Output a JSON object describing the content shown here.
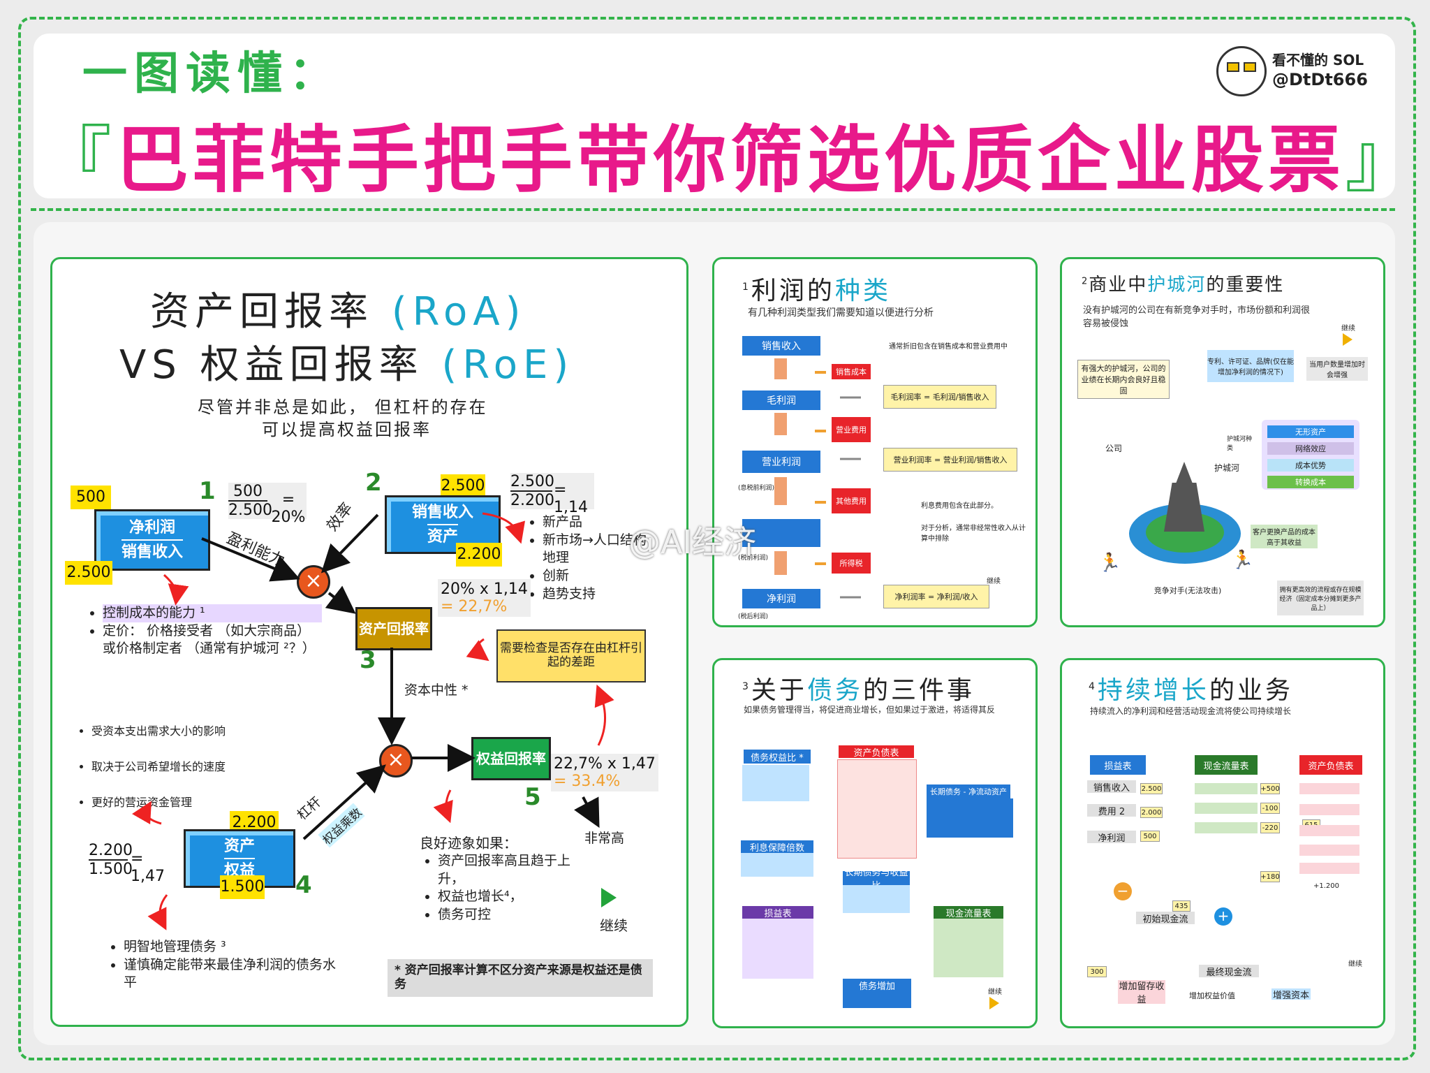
{
  "header": {
    "subtitle": "一图读懂：",
    "bracket_open": "『",
    "title": "巴菲特手把手带你筛选优质企业股票",
    "bracket_close": "』",
    "author_name": "看不懂的 SOL",
    "author_handle": "@DtDt666"
  },
  "watermark": "@AI经济",
  "main_card": {
    "title_line1": "资产回报率",
    "title_line1_abbr": "(RoA)",
    "title_line2": "VS 权益回报率",
    "title_line2_abbr": "(RoE)",
    "subtitle_line1": "尽管并非总是如此，  但杠杆的存在",
    "subtitle_line2": "可以提高权益回报率",
    "badge_500": "500",
    "badge_2500_left": "2.500",
    "box_net_profit_top": "净利润",
    "box_net_profit_bottom": "销售收入",
    "step1": "1",
    "formula1_num": "500",
    "formula1_den": "2.500",
    "formula1_result": "= 20%",
    "label_profitability": "盈利能力",
    "bullets1": [
      "控制成本的能力 ¹",
      "定价：  价格接受者  （如大宗商品）  或价格制定者  （通常有护城河 ²？）"
    ],
    "step2": "2",
    "badge_2500_top": "2.500",
    "badge_2200_right": "2.200",
    "box_sales_top": "销售收入",
    "box_sales_bottom": "资产",
    "formula2_num": "2.500",
    "formula2_den": "2.200",
    "formula2_result": "= 1,14",
    "label_efficiency": "效率",
    "bullets2": [
      "新产品",
      "新市场→人口结构",
      "地理",
      "创新",
      "趋势支持"
    ],
    "roa_formula": "20% x 1,14",
    "roa_result": "= 22,7%",
    "box_roa": "资产回报率",
    "step3": "3",
    "note_leverage": "需要检查是否存在由杠杆引起的差距",
    "label_capital_neutral": "资本中性 *",
    "bullets3": [
      "受资本支出需求大小的影响",
      "取决于公司希望增长的速度",
      "更好的营运资金管理"
    ],
    "box_roe": "权益回报率",
    "roe_formula": "22,7% x 1,47",
    "roe_result": "= 33.4%",
    "label_very_high": "非常高",
    "step5": "5",
    "good_signs_title": "良好迹象如果：",
    "good_signs": [
      "资产回报率高且趋于上升，",
      "权益也增长⁴，",
      "债务可控"
    ],
    "continue_label": "继续",
    "label_leverage": "杠杆",
    "label_equity_multiplier": "权益乘数",
    "badge_2200_bottom": "2.200",
    "badge_1500": "1.500",
    "box_assets_top": "资产",
    "box_assets_bottom": "权益",
    "formula4_num": "2.200",
    "formula4_den": "1.500",
    "formula4_result": "= 1,47",
    "step4": "4",
    "bullets4": [
      "明智地管理债务 ³",
      "谨慎确定能带来最佳净利润的债务水平"
    ],
    "footnote": "* 资产回报率计算不区分资产来源是权益还是债务"
  },
  "card_profit": {
    "num": "1",
    "title_a": "利润的",
    "title_b": "种类",
    "desc": "有几种利润类型我们需要知道以便进行分析",
    "rows": [
      "销售收入",
      "毛利润",
      "营业利润",
      "",
      "净利润"
    ],
    "deductions": [
      "销售成本",
      "营业费用",
      "其他费用",
      "所得税"
    ],
    "margins": [
      "毛利润率 = 毛利润/销售收入",
      "营业利润率 = 营业利润/销售收入",
      "净利润率 = 净利润/收入"
    ],
    "note1": "通常折旧包含在销售成本和营业费用中",
    "note2": "利息费用包含在此部分。",
    "note3": "对于分析，通常非经常性收入从计算中排除",
    "tag_ebit": "(息税前利润)",
    "tag_pretax": "(税前利润)",
    "tag_after": "(税后利润)",
    "continue_label": "继续"
  },
  "card_moat": {
    "num": "2",
    "title_a": "商业中",
    "title_b": "护城河",
    "title_c": "的重要性",
    "desc": "没有护城河的公司在有新竞争对手时，市场份额和利润很容易被侵蚀",
    "continue_label": "继续",
    "note_strong": "有强大的护城河，公司的业绩在长期内会良好且稳固",
    "note_patent": "专利、许可证、品牌(仅在能增加净利润的情况下)",
    "note_users": "当用户数量增加时会增强",
    "label_company": "公司",
    "label_moat": "护城河",
    "label_moat_type": "护城河种类",
    "moat_types": [
      "无形资产",
      "网络效应",
      "成本优势",
      "转换成本"
    ],
    "note_switch": "客户更换产品的成本高于其收益",
    "note_cost": "拥有更高效的流程或存在规模经济（固定成本分摊到更多产品上）",
    "label_competitor": "竞争对手(无法攻击)"
  },
  "card_debt": {
    "num": "3",
    "title_a": "关于",
    "title_b": "债务",
    "title_c": "的三件事",
    "desc": "如果债务管理得当，将促进商业增长，但如果过于激进，将适得其反",
    "blocks": [
      "债务权益比 *",
      "利息保障倍数",
      "长期债务与收益比",
      "损益表",
      "资产负债表",
      "长期债务 - 净流动资产",
      "现金流量表",
      "债务增加"
    ],
    "continue_label": "继续"
  },
  "card_growth": {
    "num": "4",
    "title_a": "持续增长",
    "title_b": "的业务",
    "desc": "持续流入的净利润和经营活动现金流将使公司持续增长",
    "blocks": [
      "损益表",
      "现金流量表",
      "资产负债表",
      "销售收入",
      "费用 2",
      "净利润",
      "初始现金流",
      "最终现金流",
      "增加留存收益",
      "增加权益价值",
      "增强资本"
    ],
    "values": [
      "2.500",
      "2.000",
      "500",
      "+500",
      "-100",
      "-220",
      "+180",
      "435",
      "615",
      "300",
      "+1.200"
    ],
    "continue_label": "继续"
  }
}
